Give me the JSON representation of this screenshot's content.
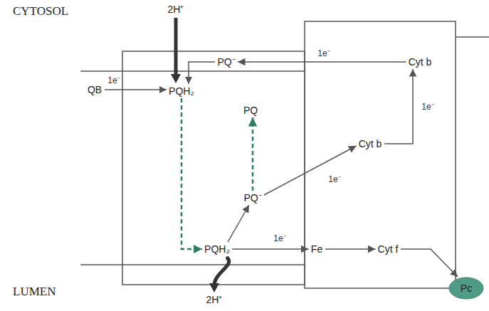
{
  "diagram": {
    "nodes": [
      {
        "text": [
          "QB"
        ]
      },
      {
        "text": [
          "PQ⁻"
        ]
      },
      {
        "text": [
          "Cyt b"
        ]
      },
      {
        "text": [
          "PQH₂"
        ]
      },
      {
        "text": [
          "PQ"
        ]
      },
      {
        "text": [
          "Cyt b"
        ]
      },
      {
        "text": [
          "PQ⁻"
        ]
      },
      {
        "text": [
          "PQH₂"
        ]
      },
      {
        "text": [
          "Fe"
        ]
      },
      {
        "text": [
          "Cyt f"
        ]
      },
      {
        "text": [
          "Pc"
        ]
      }
    ],
    "edges": [
      {
        "from": 0,
        "to": 3,
        "arrow": "to",
        "label": "1e⁻"
      },
      {
        "from": 1,
        "to": 3,
        "arrow": "to"
      },
      {
        "from": 2,
        "to": 1,
        "arrow": "to",
        "label": "1e⁻"
      },
      {
        "from": 3,
        "to": 7,
        "arrow": "to"
      },
      {
        "from": 7,
        "to": 6,
        "arrow": "to"
      },
      {
        "from": 7,
        "to": 8,
        "arrow": "to",
        "label": "1e⁻"
      },
      {
        "from": 8,
        "to": 9,
        "arrow": "to"
      },
      {
        "from": 9,
        "to": 10,
        "arrow": "to"
      },
      {
        "from": 6,
        "to": 5,
        "arrow": "to",
        "label": "1e⁻"
      },
      {
        "from": 5,
        "to": 2,
        "arrow": "to",
        "label": "1e⁻"
      },
      {
        "from": 6,
        "to": 4,
        "arrow": "to"
      }
    ],
    "labels": [
      "CYTOSOL",
      "2H⁺",
      "2H⁺",
      "LUMEN"
    ]
  }
}
